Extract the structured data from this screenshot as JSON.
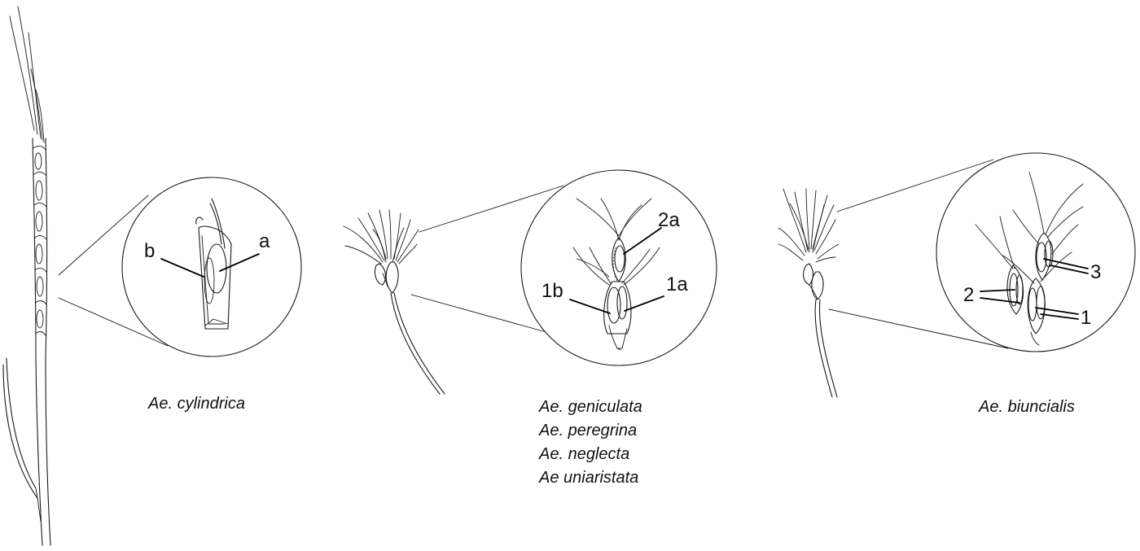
{
  "panels": [
    {
      "labels": [
        "b",
        "a"
      ],
      "captions": [
        "Ae. cylindrica"
      ]
    },
    {
      "labels": [
        "2a",
        "1b",
        "1a"
      ],
      "captions": [
        "Ae. geniculata",
        "Ae. peregrina",
        "Ae. neglecta",
        "Ae uniaristata"
      ]
    },
    {
      "labels": [
        "2",
        "3",
        "1"
      ],
      "captions": [
        "Ae. biuncialis"
      ]
    }
  ]
}
